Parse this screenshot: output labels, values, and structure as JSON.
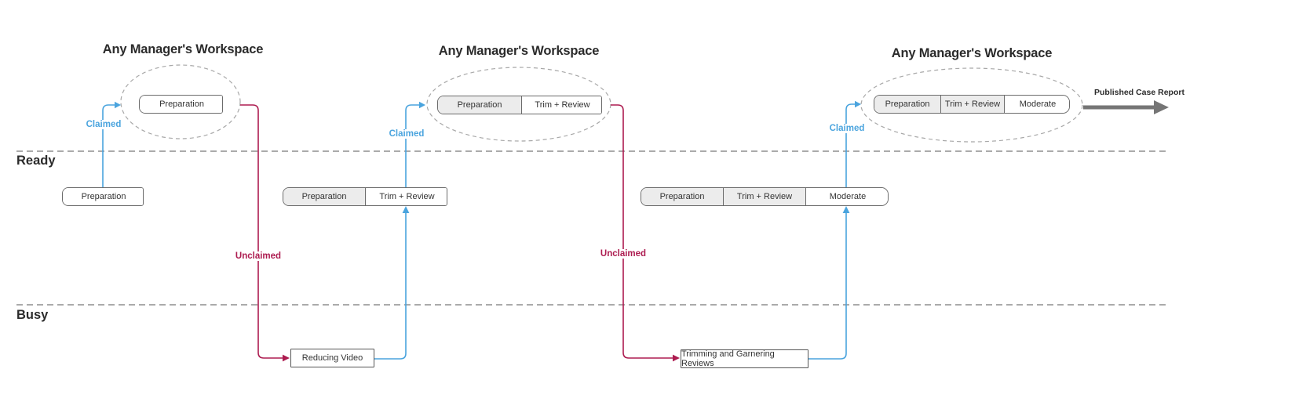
{
  "lanes": {
    "ready": "Ready",
    "busy": "Busy"
  },
  "flow": {
    "claimed": "Claimed",
    "unclaimed": "Unclaimed"
  },
  "output": {
    "published": "Published Case Report"
  },
  "workspaces": [
    {
      "title": "Any Manager's Workspace",
      "stages": [
        "Preparation"
      ]
    },
    {
      "title": "Any Manager's Workspace",
      "stages": [
        "Preparation",
        "Trim + Review"
      ]
    },
    {
      "title": "Any Manager's Workspace",
      "stages": [
        "Preparation",
        "Trim + Review",
        "Moderate"
      ]
    }
  ],
  "ready_row": [
    {
      "stages": [
        "Preparation"
      ]
    },
    {
      "stages": [
        "Preparation",
        "Trim + Review"
      ]
    },
    {
      "stages": [
        "Preparation",
        "Trim + Review",
        "Moderate"
      ]
    }
  ],
  "busy_row": {
    "task1": "Reducing Video",
    "task2": "Trimming and Garnering Reviews"
  },
  "colors": {
    "claimed": "#4aa4de",
    "unclaimed": "#ad1c50",
    "done_fill": "#ececec",
    "box_border": "#6b6b6b",
    "publish_arrow": "#757575",
    "lane_line": "#8f8f8f",
    "ellipse_line": "#a8a8a8"
  }
}
